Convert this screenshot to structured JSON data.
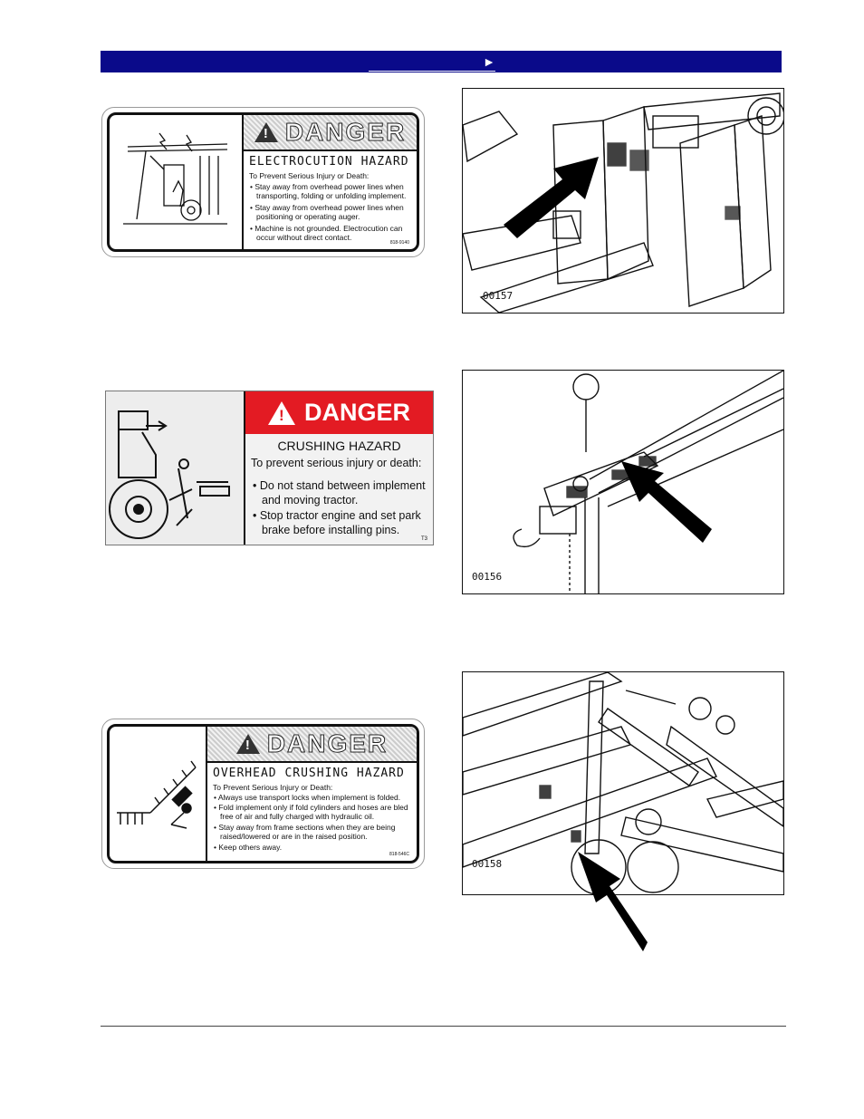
{
  "header": {
    "link_arrow": "►"
  },
  "decal_electrocution": {
    "signal_word": "DANGER",
    "hazard_title": "ELECTROCUTION HAZARD",
    "intro": "To Prevent Serious Injury or Death:",
    "bullets": [
      "• Stay away from overhead power lines when transporting, folding or unfolding implement.",
      "• Stay away from overhead power lines when positioning or operating auger.",
      "• Machine is not grounded. Electrocution can occur without direct contact."
    ],
    "code": "818-9140"
  },
  "decal_crushing": {
    "signal_word": "DANGER",
    "hazard_title": "CRUSHING HAZARD",
    "intro": "To prevent serious injury or death:",
    "bullets": [
      "• Do not stand between implement and moving tractor.",
      "• Stop tractor engine and set park brake before installing pins."
    ],
    "code": "T3"
  },
  "decal_overhead": {
    "signal_word": "DANGER",
    "hazard_title": "OVERHEAD CRUSHING HAZARD",
    "intro": "To Prevent Serious Injury or Death:",
    "bullets": [
      "• Always use transport locks when implement is folded.",
      "• Fold implement only if fold cylinders and hoses are bled free of air and fully charged with hydraulic oil.",
      "• Stay away from frame sections when they are being raised/lowered or are in the raised position.",
      "• Keep others away."
    ],
    "code": "818-546C"
  },
  "figures": [
    {
      "label": "00157"
    },
    {
      "label": "00156"
    },
    {
      "label": "00158"
    }
  ]
}
